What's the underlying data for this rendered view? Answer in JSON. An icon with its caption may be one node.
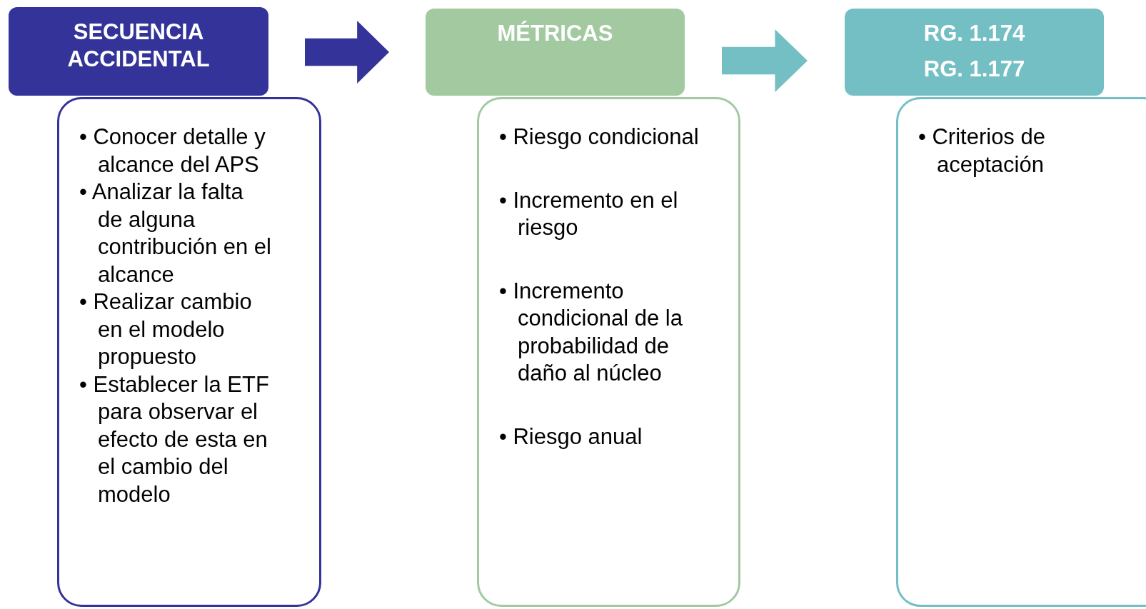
{
  "diagram": {
    "nodes": [
      {
        "text": [
          "SECUENCIA ACCIDENTAL"
        ]
      },
      {
        "text": [
          "• Conocer detalle y alcance del APS",
          "• Analizar la falta de alguna contribución en el alcance",
          "• Realizar cambio en el modelo propuesto",
          "• Establecer la ETF para observar el efecto de esta en el cambio del modelo"
        ]
      },
      {
        "text": [
          "MÉTRICAS"
        ]
      },
      {
        "text": [
          "• Riesgo condicional",
          "• Incremento en el riesgo",
          "• Incremento condicional de la probabilidad de daño al núcleo",
          "• Riesgo anual"
        ]
      },
      {
        "text": [
          "RG. 1.174",
          "RG. 1.177"
        ]
      },
      {
        "text": [
          "• Criterios de aceptación"
        ]
      }
    ],
    "edges": [
      {
        "from": 0,
        "to": 2,
        "arrow": "to",
        "color": "#333399"
      },
      {
        "from": 2,
        "to": 4,
        "arrow": "to",
        "color": "#74bfc4"
      }
    ]
  }
}
